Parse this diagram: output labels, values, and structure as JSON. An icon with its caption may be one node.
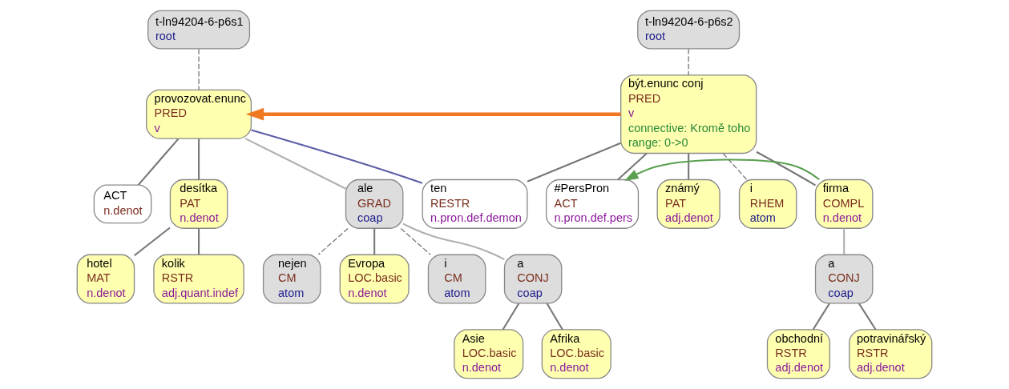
{
  "diagram": {
    "nodes": [
      {
        "text": [
          "t-ln94204-6-p6s1",
          "root"
        ]
      },
      {
        "text": [
          "provozovat.enunc",
          "PRED",
          "v"
        ]
      },
      {
        "text": [
          "ACT",
          "n.denot"
        ]
      },
      {
        "text": [
          "desítka",
          "PAT",
          "n.denot"
        ]
      },
      {
        "text": [
          "hotel",
          "MAT",
          "n.denot"
        ]
      },
      {
        "text": [
          "kolik",
          "RSTR",
          "adj.quant.indef"
        ]
      },
      {
        "text": [
          "ale",
          "GRAD",
          "coap"
        ]
      },
      {
        "text": [
          "nejen",
          "CM",
          "atom"
        ]
      },
      {
        "text": [
          "Evropa",
          "LOC.basic",
          "n.denot"
        ]
      },
      {
        "text": [
          "i",
          "CM",
          "atom"
        ]
      },
      {
        "text": [
          "a",
          "CONJ",
          "coap"
        ]
      },
      {
        "text": [
          "Asie",
          "LOC.basic",
          "n.denot"
        ]
      },
      {
        "text": [
          "Afrika",
          "LOC.basic",
          "n.denot"
        ]
      },
      {
        "text": [
          "t-ln94204-6-p6s2",
          "root"
        ]
      },
      {
        "text": [
          "být.enunc conj",
          "PRED",
          "v",
          "connective: Kromě toho",
          "range: 0->0"
        ]
      },
      {
        "text": [
          "ten",
          "RESTR",
          "n.pron.def.demon"
        ]
      },
      {
        "text": [
          "#PersPron",
          "ACT",
          "n.pron.def.pers"
        ]
      },
      {
        "text": [
          "známý",
          "PAT",
          "adj.denot"
        ]
      },
      {
        "text": [
          "i",
          "RHEM",
          "atom"
        ]
      },
      {
        "text": [
          "firma",
          "COMPL",
          "n.denot"
        ]
      },
      {
        "text": [
          "a",
          "CONJ",
          "coap"
        ]
      },
      {
        "text": [
          "obchodní",
          "RSTR",
          "adj.denot"
        ]
      },
      {
        "text": [
          "potravinářský",
          "RSTR",
          "adj.denot"
        ]
      }
    ],
    "edges": [
      {
        "from": 0,
        "to": 1,
        "arrow": "none",
        "style": "dashed"
      },
      {
        "from": 1,
        "to": 2,
        "arrow": "none"
      },
      {
        "from": 1,
        "to": 3,
        "arrow": "none"
      },
      {
        "from": 1,
        "to": 6,
        "arrow": "none",
        "color": "#b0b0b0"
      },
      {
        "from": 3,
        "to": 4,
        "arrow": "none"
      },
      {
        "from": 3,
        "to": 5,
        "arrow": "none"
      },
      {
        "from": 6,
        "to": 7,
        "arrow": "none",
        "style": "dashed"
      },
      {
        "from": 6,
        "to": 8,
        "arrow": "none"
      },
      {
        "from": 6,
        "to": 9,
        "arrow": "none",
        "style": "dashed"
      },
      {
        "from": 6,
        "to": 10,
        "arrow": "none",
        "color": "#b0b0b0"
      },
      {
        "from": 10,
        "to": 11,
        "arrow": "none"
      },
      {
        "from": 10,
        "to": 12,
        "arrow": "none"
      },
      {
        "from": 13,
        "to": 14,
        "arrow": "none",
        "style": "dashed"
      },
      {
        "from": 14,
        "to": 15,
        "arrow": "none"
      },
      {
        "from": 14,
        "to": 16,
        "arrow": "none"
      },
      {
        "from": 14,
        "to": 17,
        "arrow": "none"
      },
      {
        "from": 14,
        "to": 18,
        "arrow": "none",
        "style": "dashed"
      },
      {
        "from": 14,
        "to": 19,
        "arrow": "none"
      },
      {
        "from": 19,
        "to": 20,
        "arrow": "none",
        "color": "#b0b0b0"
      },
      {
        "from": 20,
        "to": 21,
        "arrow": "none"
      },
      {
        "from": 20,
        "to": 22,
        "arrow": "none"
      },
      {
        "from": 15,
        "to": 1,
        "arrow": "none",
        "color": "#5b5ea6"
      },
      {
        "from": 14,
        "to": 1,
        "arrow": "to",
        "style": "thick",
        "color": "#f07820"
      },
      {
        "from": 19,
        "to": 16,
        "arrow": "to",
        "color": "#5aa050"
      }
    ]
  }
}
